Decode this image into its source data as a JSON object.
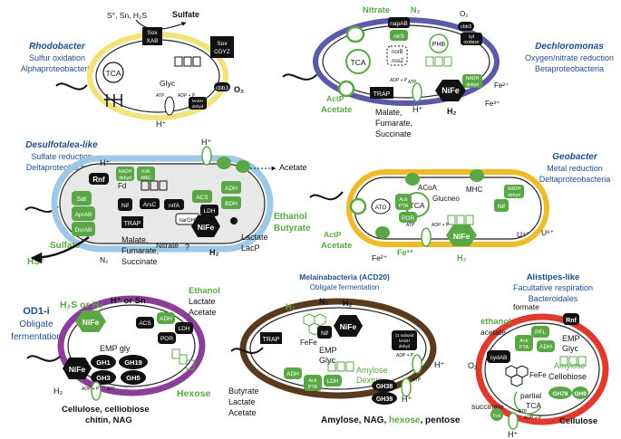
{
  "colors": {
    "title_blue": "#1f4e8c",
    "accent_green": "#5aa845",
    "rhodobacter_ring": "#f2e27a",
    "dechloromonas_ring": "#5b59a8",
    "desulfotalea_ring": "#9dc8e8",
    "geobacter_ring": "#f0bb2a",
    "od1_ring": "#8b3d9a",
    "melainabacteria_ring": "#5a3a1e",
    "alistipes_ring": "#e03a2f"
  },
  "rhodobacter": {
    "name": "Rhodobacter",
    "line1": "Sulfur oxidation",
    "line2": "Alphaproteobacteria",
    "substrates": "S°, Sn, H₂S",
    "sulfate": "Sulfate",
    "sox_xab": [
      "Sox",
      "XAB"
    ],
    "sox_cdyz": [
      "Sox",
      "CDYZ"
    ],
    "tca": "TCA",
    "glyc": "Glyc",
    "atp": "ATP",
    "adp": "ADP + P",
    "cbb3": "cbb3",
    "nadh": [
      "NADH",
      "dehyd"
    ],
    "o2": "O₂",
    "hplus": "H⁺"
  },
  "dechloromonas": {
    "name": "Dechloromonas",
    "line1": "Oxygen/nitrate reduction",
    "line2": "Betaproteobacteria",
    "nitrate": "Nitrate",
    "n2": "N₂",
    "napab": "napAB",
    "nirs": "nirS",
    "norb": "norB",
    "nosz": "nosZ",
    "phb": "PHB",
    "tca": "TCA",
    "cbb3": "cbb3",
    "o2": "O₂",
    "cyt": [
      "cyt",
      "oxidase"
    ],
    "nadh": [
      "NADH",
      "dehyd"
    ],
    "fe2": "Fe²⁺",
    "fe3": "Fe³⁺",
    "trap": "TRAP",
    "actp": "ActP",
    "acetate": "Acetate",
    "nife": "NiFe",
    "h2": "H₂",
    "hplus": "H⁺",
    "atp": "ATP",
    "adp": "ADP + P",
    "malate": "Malate,",
    "fumarate": "Fumarate,",
    "succinate": "Succinate"
  },
  "desulfotalea": {
    "name": "Desulfotalea-like",
    "line1": "Sulfate reduction",
    "line2": "Deltaproteobacteria",
    "rnf": "Rnf",
    "fd": "Fd",
    "nadh": [
      "NADH",
      "dehyd"
    ],
    "fdh": [
      "Fdh",
      "ABC"
    ],
    "sat": "Sat",
    "aprab": "AprAB",
    "dsrab": "DsrAB",
    "arsc": "ArsC",
    "nrfa": "nrfA",
    "acs": "ACS",
    "adh": "ADH",
    "ldh": "LDH",
    "bdh": "BDH",
    "narghi": "narGHI",
    "trap": "TRAP",
    "nife": "NiFe",
    "nif": "Nif",
    "acetate": "Acetate",
    "ethanol": "Ethanol",
    "butyrate": "Butyrate",
    "lactate": "Lactate",
    "lacp": "LacP",
    "nitrate": "Nitrate",
    "question": "?",
    "sulfate": "Sulfate",
    "hs": "HS⁻",
    "n2": "N₂",
    "h2": "H₂",
    "hplus": "H⁺",
    "malate": "Malate,",
    "fumarate": "Fumarate,",
    "succinate": "Succinate",
    "atp": "ATP",
    "adp": "ADP + P"
  },
  "geobacter": {
    "name": "Geobacter",
    "line1": "Metal reduction",
    "line2": "Deltaproteobacteria",
    "acoa": "ACoA",
    "tca": "TCA",
    "ato": "ATO",
    "ack": "Ack",
    "pta": "PTA",
    "por": "POR",
    "glucneo": "Glucneo",
    "mhc": "MHC",
    "nadh": [
      "NADH",
      "dehyd"
    ],
    "nif": "Nif",
    "nife": "NiFe",
    "actp": "ActP",
    "acetate": "Acetate",
    "fe2": "Fe²⁺",
    "fe3": "Fe³⁺",
    "h2": "H₂",
    "u4": "U⁴⁺",
    "u6": "U⁶⁺",
    "atp": "ATP",
    "adp": "ADP + P"
  },
  "od1": {
    "name_l1": "OD1-i",
    "name_l2": "Obligate",
    "name_l3": "fermentation",
    "h2s_or_h2": "H₂S or H₂",
    "hplus_or_sn": "H⁺ or Sn",
    "products": [
      "Ethanol",
      "Lactate",
      "Acetate"
    ],
    "nife": "NiFe",
    "acs": "ACS",
    "adh": "ADH",
    "ldh": "LDH",
    "por": "POR",
    "emp": "EMP gly",
    "gh1": "GH1",
    "gh19": "GH19",
    "gh3": "GH3",
    "gh5": "GH5",
    "hexose": "Hexose",
    "h2": "H₂",
    "atp": "ATP",
    "adp": "ADP + P",
    "substrates": "Cellulose, celliobiose",
    "substrates2": "chitin, NAG"
  },
  "melainabacteria": {
    "name": "Melainabacteria (ACD20)",
    "line1": "Obligate fermentation",
    "h2": "H₂",
    "n2": "N₂",
    "h2b": "H₂",
    "fefe": "FeFe",
    "nif": "Nif",
    "nife": "NiFe",
    "nadh": [
      "11 subunit",
      "NADH",
      "dehyd"
    ],
    "trap": "TRAP",
    "emp": "EMP",
    "glyc": "Glyc",
    "amylose": "Amylose",
    "dextrin": "Dextrin",
    "adh": "ADH",
    "ack": "Ack",
    "pta": "PTA",
    "ldh": "LDH",
    "gh38": "GH38",
    "gh39": "GH39",
    "hplus": "H⁺",
    "hplus2": "H⁺",
    "atp": "ATP",
    "adp": "ADP + P",
    "outputs": [
      "Butyrate",
      "Lactate",
      "Acetate"
    ],
    "substrates_a": "Amylose, NAG, ",
    "substrates_b": "hexose",
    "substrates_c": ", pentose"
  },
  "alistipes": {
    "name": "Alistipes-like",
    "line1": "Facultative respiration",
    "line2": "Bacteroidales",
    "formate": "formate",
    "ethanol": "ethanol",
    "acetate": "acetate",
    "pfl": "PFL",
    "ack": "Ack",
    "pta": "PTA",
    "adh": "ADH",
    "rnf": "Rnf",
    "emp": "EMP",
    "glyc": "Glyc",
    "amylose": "Amylose",
    "cellobiose": "Cellobiose",
    "cydab": "cydAB",
    "o2": "O₂",
    "fefe": "FeFe",
    "partial": "partial",
    "tca": "TCA",
    "succinate": "succinate",
    "frd": "Frd",
    "gh78": "GH78",
    "gh9": "GH9",
    "hplus": "H⁺",
    "atp": "ATP",
    "adp": "ADP + P",
    "cellulose": "Cellulose"
  }
}
